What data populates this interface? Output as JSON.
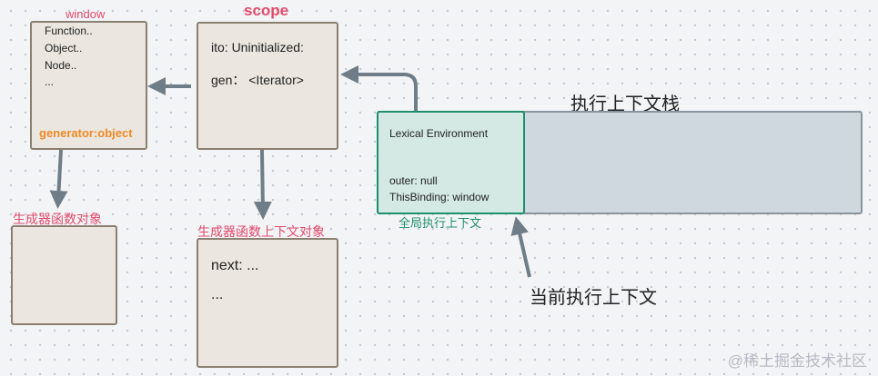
{
  "window": {
    "title": "window",
    "lines": [
      "Function..",
      "Object..",
      "Node..",
      "..."
    ],
    "generator": "generator:object"
  },
  "scope": {
    "title": "scope",
    "ito": "ito: Uninitialized:",
    "gen": "gen：  <Iterator>"
  },
  "generator_fn_object": {
    "title": "生成器函数对象"
  },
  "generator_ctx": {
    "title": "生成器函数上下文对象",
    "lines": [
      "next: ...",
      "..."
    ]
  },
  "stack": {
    "title": "执行上下文栈",
    "global_ctx": {
      "lexical": "Lexical Environment",
      "outer": "outer: null",
      "this_binding": "ThisBinding: window",
      "label": "全局执行上下文"
    },
    "current_label": "当前执行上下文"
  },
  "watermark": "@稀土掘金技术社区",
  "colors": {
    "red": "#e24a6a",
    "orange": "#f08a24",
    "teal": "#1e8f6a",
    "arrow": "#6f7d88"
  }
}
